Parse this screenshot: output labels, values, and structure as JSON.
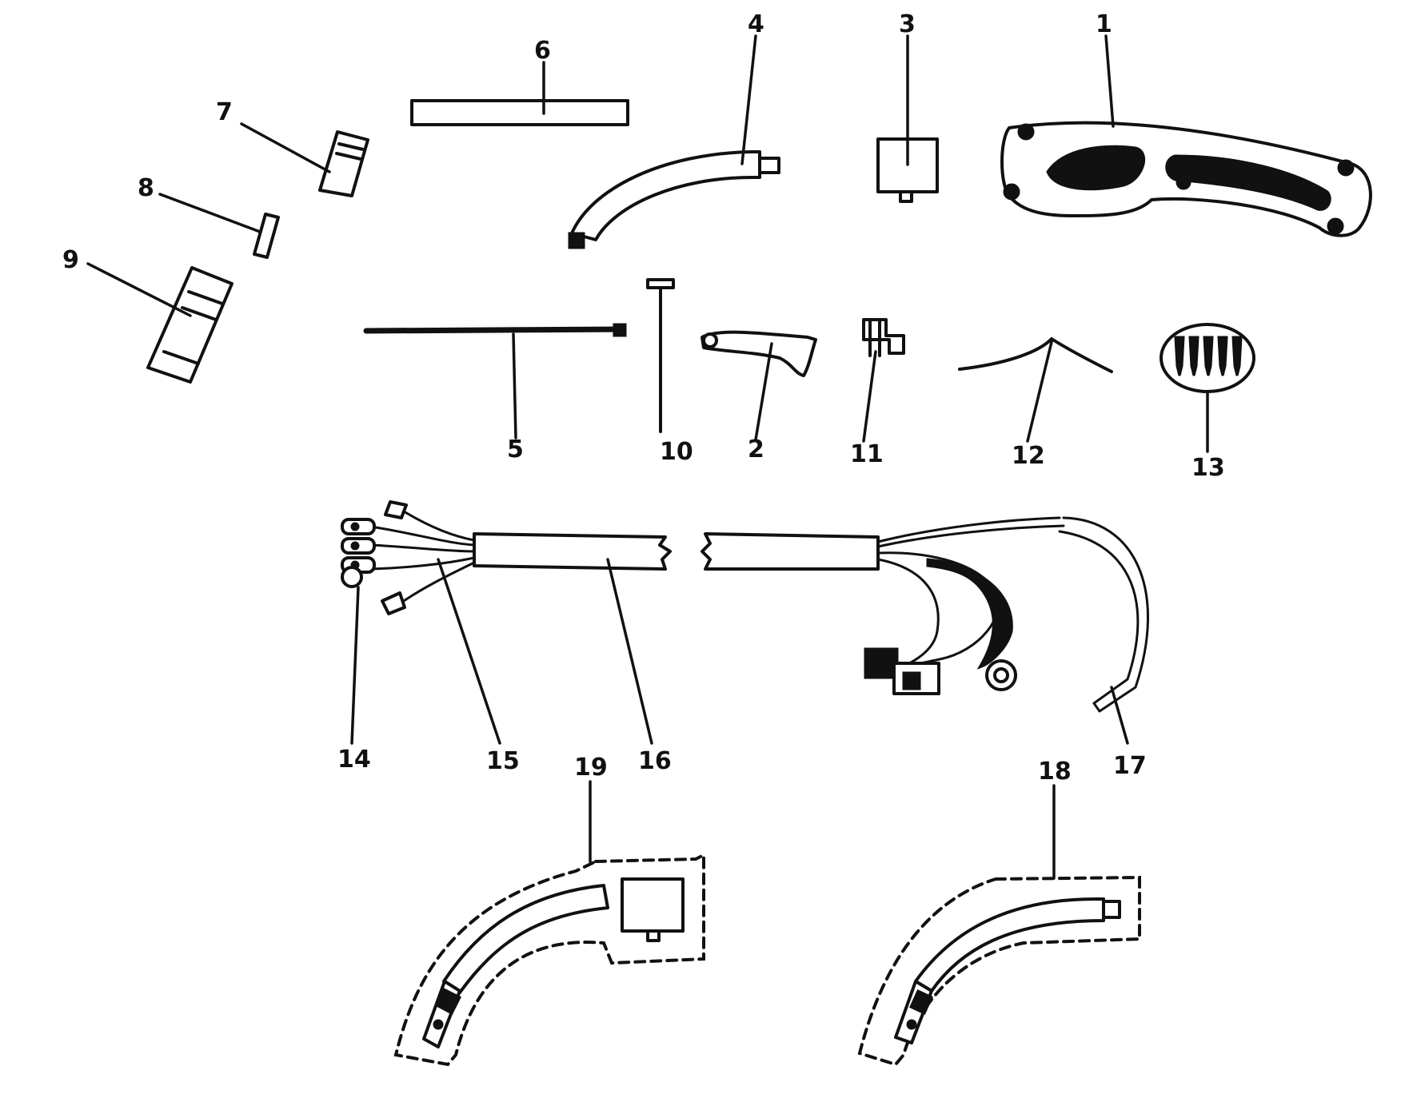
{
  "diagram": {
    "callouts": [
      {
        "id": "p1",
        "label": "1"
      },
      {
        "id": "p2",
        "label": "2"
      },
      {
        "id": "p3",
        "label": "3"
      },
      {
        "id": "p4",
        "label": "4"
      },
      {
        "id": "p5",
        "label": "5"
      },
      {
        "id": "p6",
        "label": "6"
      },
      {
        "id": "p7",
        "label": "7"
      },
      {
        "id": "p8",
        "label": "8"
      },
      {
        "id": "p9",
        "label": "9"
      },
      {
        "id": "p10",
        "label": "10"
      },
      {
        "id": "p11",
        "label": "11"
      },
      {
        "id": "p12",
        "label": "12"
      },
      {
        "id": "p13",
        "label": "13"
      },
      {
        "id": "p14",
        "label": "14"
      },
      {
        "id": "p15",
        "label": "15"
      },
      {
        "id": "p16",
        "label": "16"
      },
      {
        "id": "p17",
        "label": "17"
      },
      {
        "id": "p18",
        "label": "18"
      },
      {
        "id": "p19",
        "label": "19"
      }
    ]
  }
}
